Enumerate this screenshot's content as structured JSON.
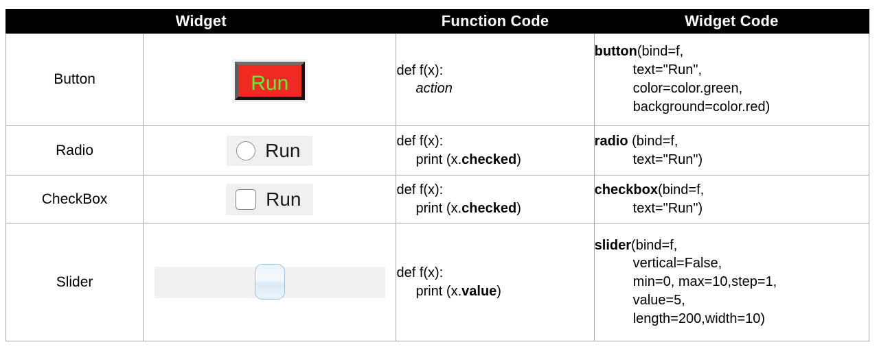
{
  "table": {
    "headers": [
      {
        "label": "Widget",
        "colspan": 2
      },
      {
        "label": "Function Code",
        "colspan": 1
      },
      {
        "label": "Widget Code",
        "colspan": 1
      }
    ],
    "rows": [
      {
        "name": "Button",
        "demo": {
          "type": "button",
          "text": "Run",
          "text_color": "#5cf23c",
          "background_color": "#ee2a22"
        },
        "function_code": [
          {
            "text": "def f(x):",
            "indent": 0,
            "style": "normal"
          },
          {
            "text": "action",
            "indent": 1,
            "style": "italic"
          }
        ],
        "widget_code": [
          {
            "bold": "button",
            "rest": "(bind=f,",
            "indent": 0
          },
          {
            "bold": "",
            "rest": "text=\"Run\",",
            "indent": 1
          },
          {
            "bold": "",
            "rest": "color=color.green,",
            "indent": 1
          },
          {
            "bold": "",
            "rest": "background=color.red)",
            "indent": 1
          }
        ]
      },
      {
        "name": "Radio",
        "demo": {
          "type": "radio",
          "text": "Run",
          "checked": false,
          "panel_color": "#eff0f1"
        },
        "function_code": [
          {
            "text": "def f(x):",
            "indent": 0,
            "style": "normal"
          },
          {
            "text": "print (x.checked)",
            "indent": 1,
            "style": "normal",
            "bold_part": "checked"
          }
        ],
        "widget_code": [
          {
            "bold": "radio",
            "rest": " (bind=f,",
            "indent": 0
          },
          {
            "bold": "",
            "rest": "text=\"Run\")",
            "indent": 1
          }
        ]
      },
      {
        "name": "CheckBox",
        "demo": {
          "type": "checkbox",
          "text": "Run",
          "checked": false,
          "panel_color": "#eff0f1"
        },
        "function_code": [
          {
            "text": "def f(x):",
            "indent": 0,
            "style": "normal"
          },
          {
            "text": "print (x.checked)",
            "indent": 1,
            "style": "normal",
            "bold_part": "checked"
          }
        ],
        "widget_code": [
          {
            "bold": "checkbox",
            "rest": "(bind=f,",
            "indent": 0
          },
          {
            "bold": "",
            "rest": "text=\"Run\")",
            "indent": 1
          }
        ]
      },
      {
        "name": "Slider",
        "demo": {
          "type": "slider",
          "value": 5,
          "min": 0,
          "max": 10,
          "fill_percent": 50,
          "panel_color": "#f1f1f2",
          "fill_color": "#a3c0dc"
        },
        "function_code": [
          {
            "text": "def f(x):",
            "indent": 0,
            "style": "normal"
          },
          {
            "text": "print (x.value)",
            "indent": 1,
            "style": "normal",
            "bold_part": "value"
          }
        ],
        "widget_code": [
          {
            "bold": "slider",
            "rest": "(bind=f,",
            "indent": 0
          },
          {
            "bold": "",
            "rest": "vertical=False,",
            "indent": 1
          },
          {
            "bold": "",
            "rest": "min=0, max=10,step=1,",
            "indent": 1
          },
          {
            "bold": "",
            "rest": "value=5,",
            "indent": 1
          },
          {
            "bold": "",
            "rest": "length=200,width=10)",
            "indent": 1
          }
        ]
      }
    ]
  },
  "text": {
    "def_line": "def f(x):",
    "action_line": "action",
    "print_checked_prefix": "print (x.",
    "print_checked_bold": "checked",
    "print_checked_suffix": ")",
    "print_value_prefix": "print (x.",
    "print_value_bold": "value",
    "print_value_suffix": ")",
    "run_label": "Run"
  }
}
